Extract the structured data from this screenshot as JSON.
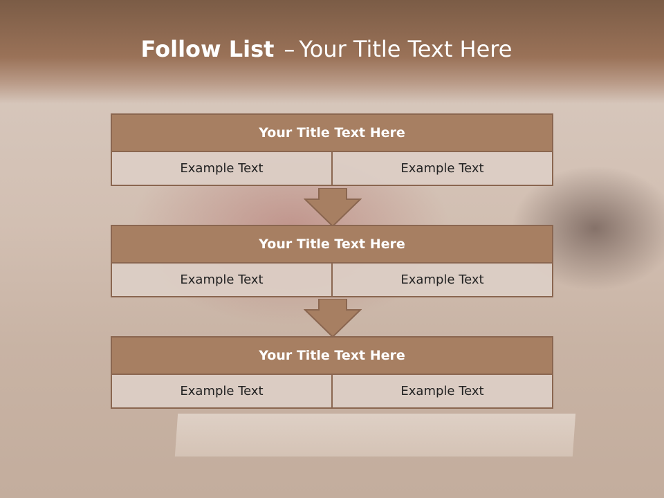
{
  "slide": {
    "title_bold": "Follow List",
    "title_sep": "–",
    "title_rest": "Your Title Text Here"
  },
  "blocks": [
    {
      "title": "Your Title Text Here",
      "cells": [
        "Example Text",
        "Example Text"
      ]
    },
    {
      "title": "Your Title Text Here",
      "cells": [
        "Example Text",
        "Example Text"
      ]
    },
    {
      "title": "Your Title Text Here",
      "cells": [
        "Example Text",
        "Example Text"
      ]
    }
  ],
  "colors": {
    "header_fill": "#a77f62",
    "border": "#8a6650",
    "cell_fill": "#dccec5",
    "title_text": "#ffffff"
  }
}
